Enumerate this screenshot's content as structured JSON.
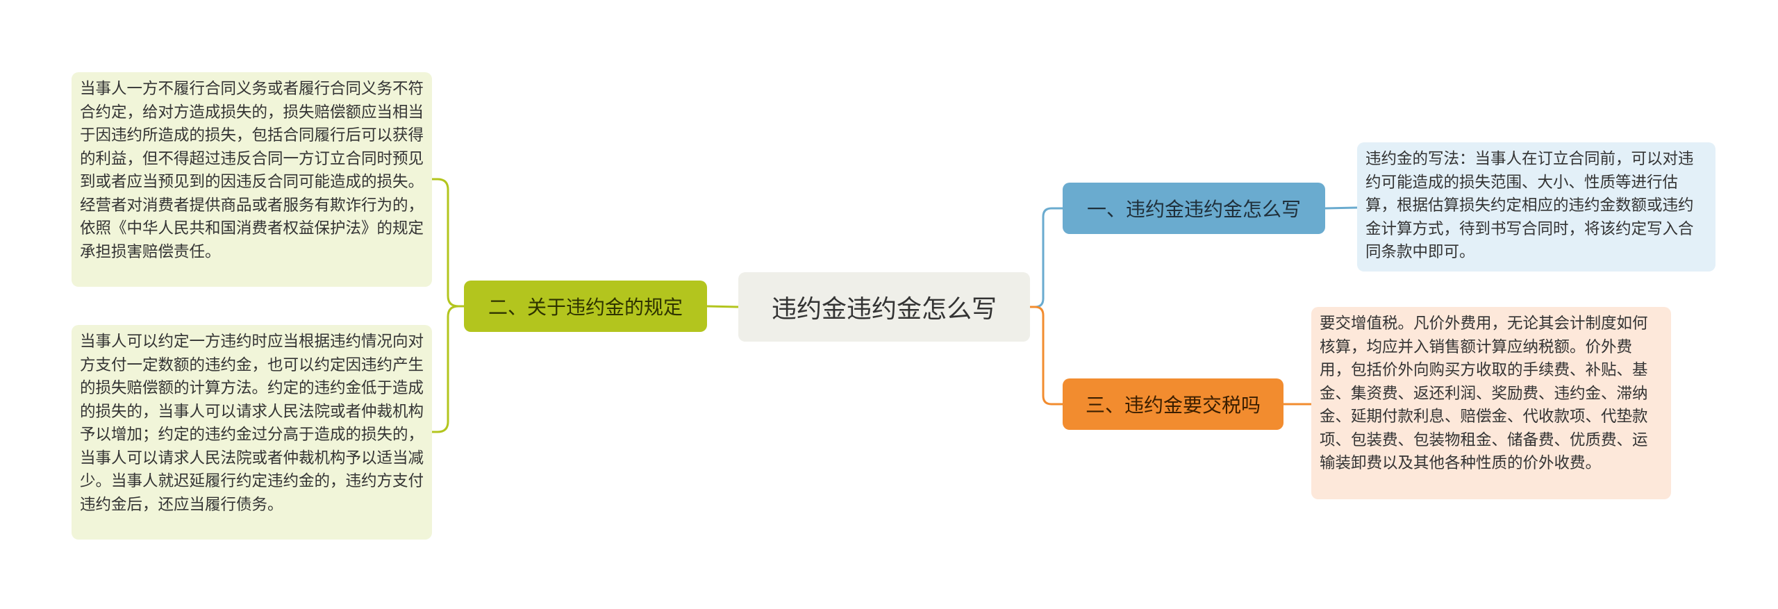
{
  "mindmap": {
    "root": {
      "label": "违约金违约金怎么写"
    },
    "branches": [
      {
        "label": "一、违约金违约金怎么写",
        "color": "#6aabcf",
        "leaves": [
          "违约金的写法：当事人在订立合同前，可以对违约可能造成的损失范围、大小、性质等进行估算，根据估算损失约定相应的违约金数额或违约金计算方式，待到书写合同时，将该约定写入合同条款中即可。"
        ]
      },
      {
        "label": "二、关于违约金的规定",
        "color": "#b3c51e",
        "leaves": [
          "当事人一方不履行合同义务或者履行合同义务不符合约定，给对方造成损失的，损失赔偿额应当相当于因违约所造成的损失，包括合同履行后可以获得的利益，但不得超过违反合同一方订立合同时预见到或者应当预见到的因违反合同可能造成的损失。经营者对消费者提供商品或者服务有欺诈行为的，依照《中华人民共和国消费者权益保护法》的规定承担损害赔偿责任。",
          "当事人可以约定一方违约时应当根据违约情况向对方支付一定数额的违约金，也可以约定因违约产生的损失赔偿额的计算方法。约定的违约金低于造成的损失的，当事人可以请求人民法院或者仲裁机构予以增加；约定的违约金过分高于造成的损失的，当事人可以请求人民法院或者仲裁机构予以适当减少。当事人就迟延履行约定违约金的，违约方支付违约金后，还应当履行债务。"
        ]
      },
      {
        "label": "三、违约金要交税吗",
        "color": "#f28c2f",
        "leaves": [
          "要交增值税。凡价外费用，无论其会计制度如何核算，均应并入销售额计算应纳税额。价外费用，包括价外向购买方收取的手续费、补贴、基金、集资费、返还利润、奖励费、违约金、滞纳金、延期付款利息、赔偿金、代收款项、代垫款项、包装费、包装物租金、储备费、优质费、运输装卸费以及其他各种性质的价外收费。"
        ]
      }
    ]
  }
}
